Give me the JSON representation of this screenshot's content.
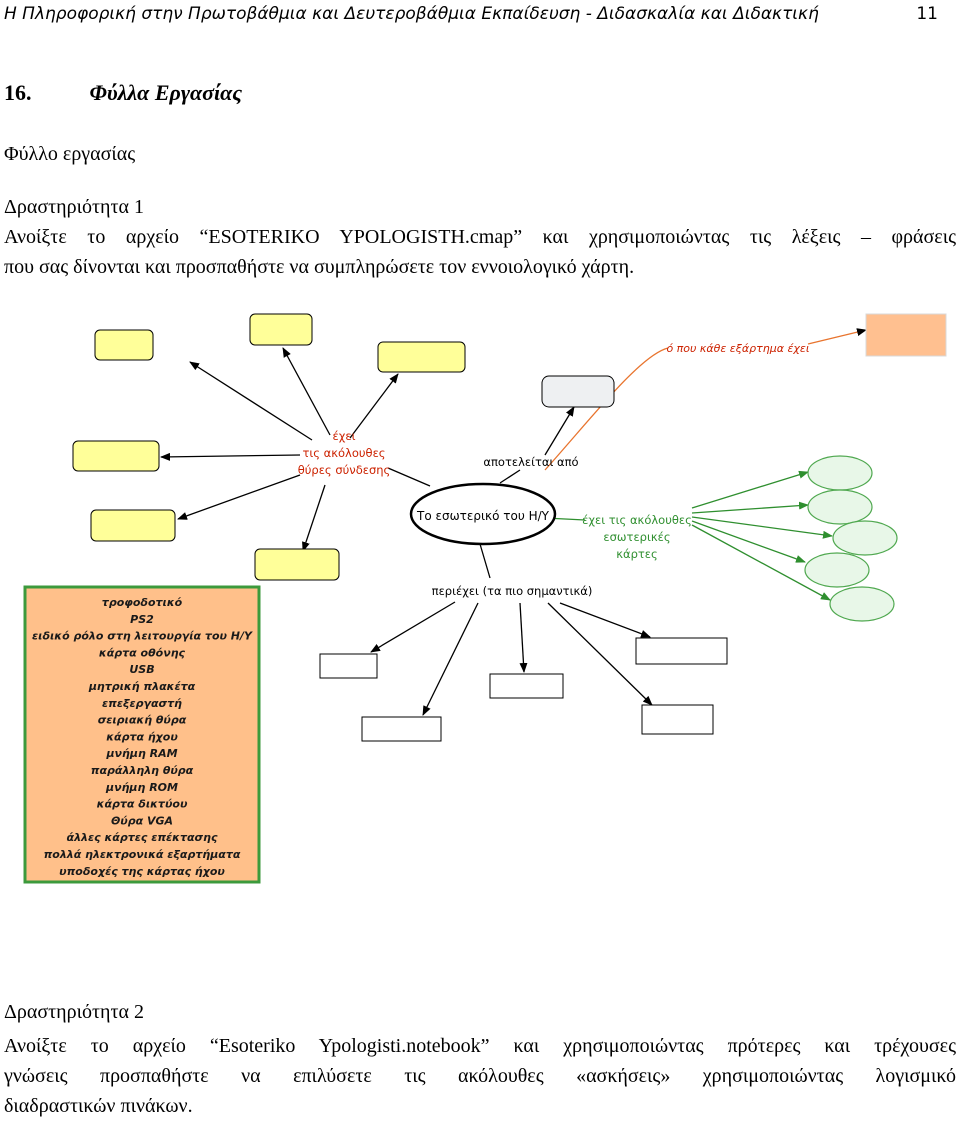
{
  "header": {
    "title": "Η Πληροφορική στην Πρωτοβάθμια και Δευτεροβάθμια Εκπαίδευση - Διδασκαλία και Διδακτική",
    "page_number": "11"
  },
  "section": {
    "number": "16.",
    "title": "Φύλλα Εργασίας"
  },
  "worksheet_label": "Φύλλο εργασίας",
  "activity1": {
    "heading": "Δραστηριότητα 1",
    "line1": "Ανοίξτε το αρχείο “ESOTERIKO YPOLOGISTH.cmap” και χρησιμοποιώντας τις λέξεις – φράσεις",
    "line2": "που σας δίνονται και προσπαθήστε να συμπληρώσετε τον εννοιολογικό χάρτη."
  },
  "concept_map": {
    "center": "Το εσωτερικό του Η/Υ",
    "link_ports": [
      "έχει",
      "τις ακόλουθες",
      "θύρες σύνδεσης"
    ],
    "link_consists": "αποτελείται από",
    "link_cards": [
      "έχει τις ακόλουθες",
      "εσωτερικές",
      "κάρτες"
    ],
    "link_contains": "περιέχει (τα πιο σημαντικά)",
    "link_every_device": "ό που κάθε εξάρτημα έχει",
    "word_bank": [
      "τροφοδοτικό",
      "PS2",
      "ειδικό ρόλο στη λειτουργία του Η/Υ",
      "κάρτα οθόνης",
      "USB",
      "μητρική πλακέτα",
      "επεξεργαστή",
      "σειριακή θύρα",
      "κάρτα ήχου",
      "μνήμη RAM",
      "παράλληλη θύρα",
      "μνήμη ROM",
      "κάρτα δικτύου",
      "Θύρα VGA",
      "άλλες κάρτες επέκτασης",
      "πολλά ηλεκτρονικά εξαρτήματα",
      "υποδοχές της κάρτας ήχου"
    ],
    "colors": {
      "port_box": "#ffff99",
      "card_ellipse": "#e8f7e8",
      "card_stroke": "#4fa84f",
      "orange_box": "#ffc090",
      "orange_link": "#e8742e",
      "word_bank_bg": "#ffc08a",
      "word_bank_border": "#3c9a3c",
      "link_text": "#cc2200"
    }
  },
  "activity2": {
    "heading": "Δραστηριότητα 2",
    "line1": "Ανοίξτε το αρχείο “Esoteriko Ypologisti.notebook” και χρησιμοποιώντας πρότερες και τρέχουσες",
    "line2": "γνώσεις προσπαθήστε να επιλύσετε τις ακόλουθες «ασκήσεις» χρησιμοποιώντας λογισμικό",
    "line3": "διαδραστικών πινάκων."
  }
}
